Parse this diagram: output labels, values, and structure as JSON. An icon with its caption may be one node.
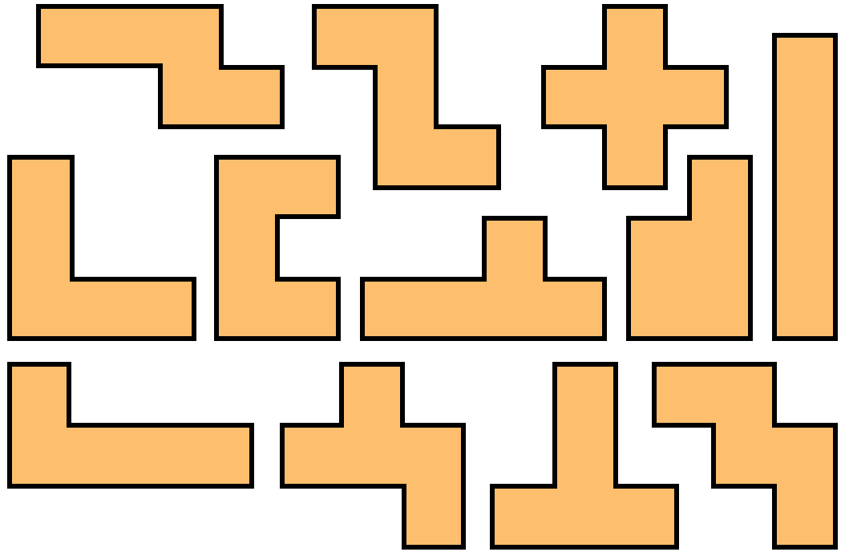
{
  "diagram": {
    "nodes": [
      {
        "text": [],
        "shape": "polygon"
      },
      {
        "text": [],
        "shape": "polygon"
      },
      {
        "text": [],
        "shape": "polygon"
      },
      {
        "text": [],
        "shape": "polygon"
      },
      {
        "text": [],
        "shape": "polygon"
      },
      {
        "text": [],
        "shape": "polygon"
      },
      {
        "text": [],
        "shape": "polygon"
      },
      {
        "text": [],
        "shape": "polygon"
      },
      {
        "text": [],
        "shape": "polygon"
      },
      {
        "text": [],
        "shape": "polygon"
      },
      {
        "text": [],
        "shape": "polygon"
      },
      {
        "text": [],
        "shape": "polygon"
      }
    ]
  }
}
